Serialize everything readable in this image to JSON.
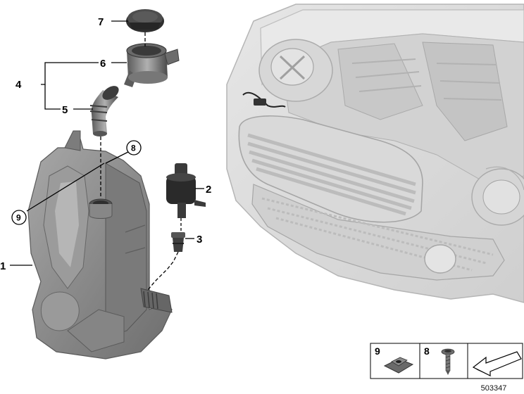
{
  "callouts": {
    "c1": "1",
    "c2": "2",
    "c3": "3",
    "c4": "4",
    "c5": "5",
    "c6": "6",
    "c7": "7",
    "c8": "8",
    "c9": "9"
  },
  "legend": {
    "item9": "9",
    "item8": "8"
  },
  "reference_number": "503347",
  "colors": {
    "part_fill": "#8c8c8c",
    "part_dark": "#4a4a4a",
    "car_fill": "#dcdcdc",
    "car_stroke": "#b8b8b8",
    "line": "#000000"
  }
}
